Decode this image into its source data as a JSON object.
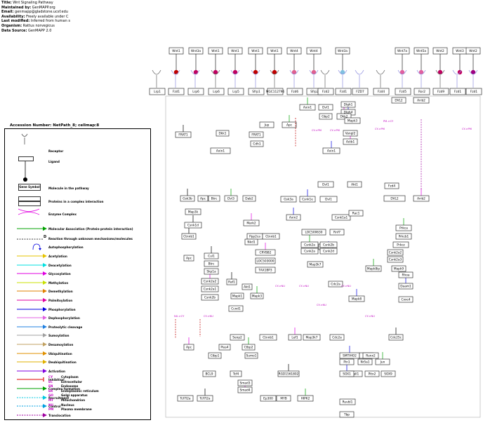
{
  "meta": [
    {
      "key": "Title:",
      "value": "Wnt Signaling Pathway"
    },
    {
      "key": "Maintained by:",
      "value": "GenMAPP.org"
    },
    {
      "key": "Email:",
      "value": "genmapp@gladstone.ucsf.edu"
    },
    {
      "key": "Availability:",
      "value": "Freely available under C"
    },
    {
      "key": "Last modified:",
      "value": "Inferred from human s"
    },
    {
      "key": "Organism:",
      "value": "Rattus norvegicus"
    },
    {
      "key": "Data Source:",
      "value": "GenMAPP 2.0"
    }
  ],
  "legend": {
    "title": "Accession Number: NetPath_8; cellmap:8",
    "receptor": "Receptor",
    "ligand": "Ligand",
    "gene_symbol": "Gene Symbol",
    "molecule": "Molecule in the pathway",
    "complex": "Proteins in a complex interaction",
    "enzyme": "Enzyme Complex",
    "molecular_association": "Molecular Association    (Protein-protein interaction)",
    "unknown": "Reaction through unknown mechanisms/molecules",
    "autophos": "Autophosphorylation",
    "arrows": [
      {
        "label": "Acetylation",
        "color": "#e6c300"
      },
      {
        "label": "Deacetylation",
        "color": "#00e0e0"
      },
      {
        "label": "Glycosylation",
        "color": "#e000e0"
      },
      {
        "label": "Methylation",
        "color": "#c8e000"
      },
      {
        "label": "Demethylation",
        "color": "#e08000"
      },
      {
        "label": "Palmitoylation",
        "color": "#e000a0"
      },
      {
        "label": "Phosphorylation",
        "color": "#0000e0"
      },
      {
        "label": "Dephosphorylation",
        "color": "#e060e0"
      },
      {
        "label": "Proteolytic cleavage",
        "color": "#2080e0"
      },
      {
        "label": "Sumoylation",
        "color": "#a0a0a0"
      },
      {
        "label": "Desumoylation",
        "color": "#c0a060"
      },
      {
        "label": "Ubiquitination",
        "color": "#e09000"
      },
      {
        "label": "Deubiquitination",
        "color": "#e0b000"
      },
      {
        "label": "Activation",
        "color": "#8000e0"
      },
      {
        "label": "Inhibition",
        "color": "#e00000"
      },
      {
        "label": "Complex formation",
        "color": "#00a000"
      },
      {
        "label": "Recruitment",
        "color": "#00c8e0"
      },
      {
        "label": "Control",
        "color": "#00a0e0"
      },
      {
        "label": "Translocation",
        "color": "#a000a0"
      }
    ],
    "locations": [
      {
        "code": "CY",
        "name": "Cytoplasm"
      },
      {
        "code": "EC",
        "name": "Extracellular"
      },
      {
        "code": "EN",
        "name": "Endosome"
      },
      {
        "code": "ER",
        "name": "Endoplasmic reticulum"
      },
      {
        "code": "GO",
        "name": "Golgi apparatus"
      },
      {
        "code": "MT",
        "name": "Mitochondrion"
      },
      {
        "code": "NU",
        "name": "Nucleus"
      },
      {
        "code": "PM",
        "name": "Plasma membrane"
      }
    ]
  },
  "ligands": [
    "Wnt1",
    "Wnt3a",
    "Wnt1",
    "Wnt1",
    "Wnt1",
    "Wnt1",
    "Wnt4",
    "Wnt4",
    "Wnt3a",
    "Wnt7a",
    "Wnt5a",
    "Wnt2",
    "Wnt3",
    "Wnt2"
  ],
  "receptors": [
    "Lrp1",
    "Fzd1",
    "Lrp6",
    "Lrp6",
    "Lrp5",
    "Sfrp1",
    "MGC112796",
    "Fzd6",
    "Sfrp2",
    "Fzd2",
    "Fzd1",
    "FZD7",
    "Fzd4",
    "Fzd5",
    "Ror2",
    "Fzd9",
    "Fzd1",
    "Fzd1"
  ],
  "nodes": [
    "Axin1",
    "Dvl1",
    "Dlgh1",
    "Dlgh4",
    "Gbp2",
    "Dkk1",
    "Dkk2",
    "DVL2",
    "Arrb2",
    "FRAT1",
    "FRAT1",
    "Jup",
    "Apc",
    "Cdh1",
    "Axin1",
    "Axin1",
    "Mapk3",
    "Vangl2",
    "Actb1",
    "Dvl1",
    "Akt1",
    "Gsk3b",
    "Apc",
    "Btrc",
    "Dvl3",
    "Dab2",
    "Gsk3a",
    "Csnk1e",
    "Dvl1",
    "DVL2",
    "Arrb2",
    "Fzd4",
    "Map3k",
    "Csnk1d",
    "Csnk1a1",
    "Rac1",
    "Prkca",
    "Prkcb1",
    "Prkcz",
    "Axin2",
    "LOC500630",
    "Rnf7",
    "Mark2",
    "Ppp2ca",
    "Ctnnb1",
    "Ctnnb1",
    "Nkd1",
    "Lef1",
    "Csnk2a",
    "Csnk2b",
    "Csnk2a",
    "Csnk2d",
    "Csnk2a2",
    "Csnk2a3",
    "CRYBB2",
    "LOC503000",
    "TAX1BP3",
    "Cul1",
    "Btrc",
    "Skp1a",
    "Mapk8ip",
    "Mapk9",
    "Rhoa",
    "Daam1",
    "Cxxc4",
    "Apc",
    "Csnk2a2",
    "Csnk2a1",
    "Csnk2b",
    "Raf1",
    "Akt1",
    "Mapk1",
    "Mapk3",
    "Map3k7",
    "Cdc2a",
    "Mapk8",
    "Ccnd1",
    "Ctnnb1",
    "Lef1",
    "Map3k7",
    "Cdc2a",
    "Cdc25c",
    "Senp2",
    "Pias4",
    "Ctbp2",
    "Ctbp1",
    "Sumo1",
    "SMTIHO2",
    "Rac2",
    "Runx2",
    "Apc",
    "BCL9",
    "Tcf4",
    "RGD1561802",
    "Pin1",
    "Nr5a1",
    "Jun",
    "Sall1",
    "Pitx2",
    "SOX1",
    "SOX9",
    "Smad3",
    "Smad4",
    "Ruvbl1",
    "Tcf7l2a",
    "Tcf7l2a",
    "Ep300",
    "MYB",
    "HIPK2",
    "Tbp"
  ],
  "loc_tags": [
    "CY->PM",
    "CY->PM",
    "PM->CY",
    "CY->PM",
    "CY->PM",
    "CY->NU",
    "CY->NU",
    "CY->NU",
    "CY->NU",
    "CY->NU",
    "CY->NU",
    "NU->CY"
  ]
}
